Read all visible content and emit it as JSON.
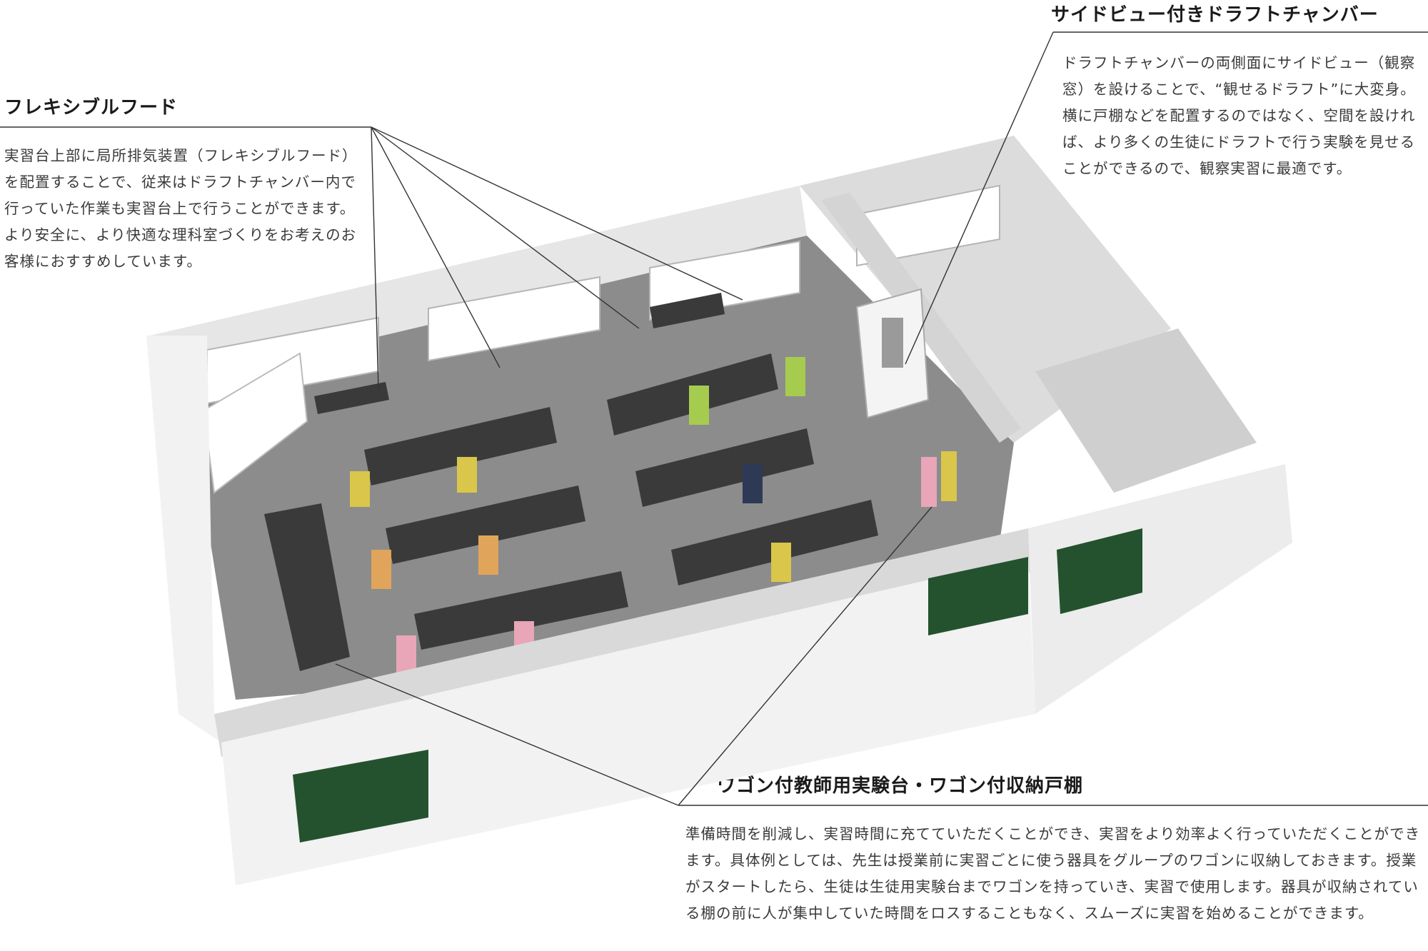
{
  "callouts": {
    "flexible_hood": {
      "title": "フレキシブルフード",
      "text": "実習台上部に局所排気装置（フレキシブルフード）を配置することで、従来はドラフトチャンバー内で行っていた作業も実習台上で行うことができます。より安全に、より快適な理科室づくりをお考えのお客様におすすめしています。"
    },
    "fume_hood": {
      "title": "サイドビュー付きドラフトチャンバー",
      "text": "ドラフトチャンバーの両側面にサイドビュー（観察窓）を設けることで、“観せるドラフト”に大変身。横に戸棚などを配置するのではなく、空間を設ければ、より多くの生徒にドラフトで行う実験を見せることができるので、観察実習に最適です。"
    },
    "wagon": {
      "title": "ワゴン付教師用実験台・ワゴン付収納戸棚",
      "text": "準備時間を削減し、実習時間に充てていただくことができ、実習をより効率よく行っていただくことができます。具体例としては、先生は授業前に実習ごとに使う器具をグループのワゴンに収納しておきます。授業がスタートしたら、生徒は生徒用実験台までワゴンを持っていき、実習で使用します。器具が収納されている棚の前に人が集中していた時間をロスすることもなく、スムーズに実習を始めることができます。"
    }
  },
  "colors": {
    "wall": "#f2f2f2",
    "wall_shade": "#d9d9d9",
    "floor": "#8c8c8c",
    "table_top": "#3a3a3a",
    "door": "#24522f",
    "wagon_yellow": "#d9c64a",
    "wagon_orange": "#e0a55a",
    "wagon_pink": "#e8a6b8",
    "wagon_green": "#a6cc4f",
    "wagon_navy": "#2e3a55",
    "leader_line": "#333333"
  }
}
